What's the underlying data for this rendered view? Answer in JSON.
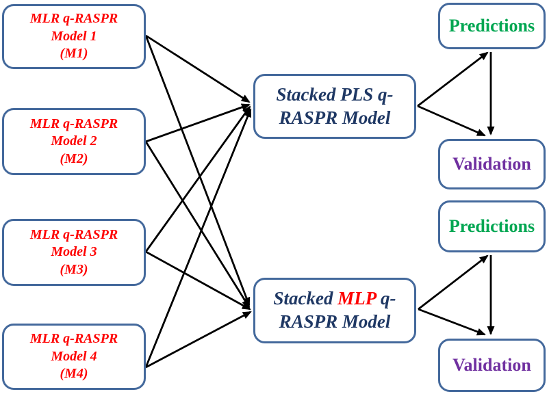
{
  "diagram": {
    "colors": {
      "box_border": "#44699c",
      "model_text": "#fe0000",
      "stacked_text": "#1f3864",
      "mlp_highlight": "#fe0000",
      "predictions_text": "#00a651",
      "validation_text": "#7030a0",
      "arrow": "#000000",
      "background": "#ffffff"
    },
    "left_models": [
      {
        "line1": "MLR q-RASPR",
        "line2": "Model 1",
        "line3": "(M1)"
      },
      {
        "line1": "MLR q-RASPR",
        "line2": "Model 2",
        "line3": "(M2)"
      },
      {
        "line1": "MLR q-RASPR",
        "line2": "Model 3",
        "line3": "(M3)"
      },
      {
        "line1": "MLR q-RASPR",
        "line2": "Model 4",
        "line3": "(M4)"
      }
    ],
    "stacked_pls": {
      "line1": "Stacked PLS q-",
      "line2": "RASPR Model"
    },
    "stacked_mlp": {
      "prefix": "Stacked ",
      "highlight": "MLP",
      "suffix": " q-",
      "line2": "RASPR Model"
    },
    "outputs": {
      "predictions_label": "Predictions",
      "validation_label": "Validation"
    }
  }
}
